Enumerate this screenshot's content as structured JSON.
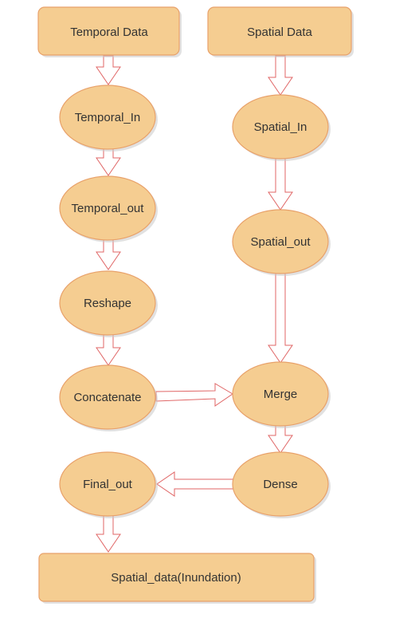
{
  "diagram": {
    "nodes": {
      "temporal_data": "Temporal Data",
      "spatial_data": "Spatial Data",
      "temporal_in": "Temporal_In",
      "spatial_in": "Spatial_In",
      "temporal_out": "Temporal_out",
      "spatial_out": "Spatial_out",
      "reshape": "Reshape",
      "concatenate": "Concatenate",
      "merge": "Merge",
      "final_out": "Final_out",
      "dense": "Dense",
      "spatial_data_inundation": "Spatial_data(Inundation)"
    },
    "colors": {
      "node_fill": "#f5cd91",
      "node_stroke": "#e8a16a",
      "arrow_stroke": "#e06666"
    }
  }
}
